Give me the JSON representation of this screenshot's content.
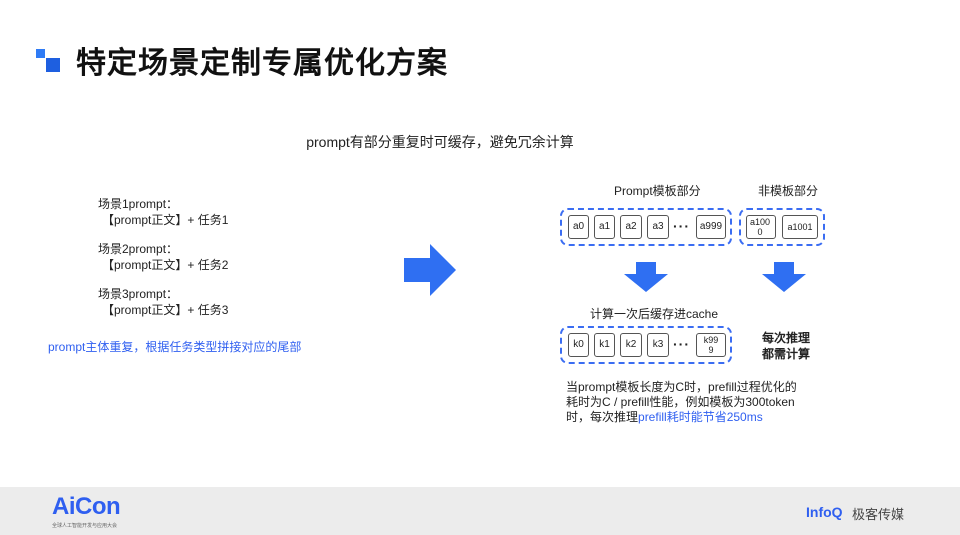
{
  "slide": {
    "title": "特定场景定制专属优化方案",
    "subtitle": "prompt有部分重复时可缓存，避免冗余计算"
  },
  "scenarios": [
    {
      "label": "场景1prompt：",
      "body": "【prompt正文】+ 任务1"
    },
    {
      "label": "场景2prompt：",
      "body": "【prompt正文】+ 任务2"
    },
    {
      "label": "场景3prompt：",
      "body": "【prompt正文】+ 任务3"
    }
  ],
  "left_note": "prompt主体重复，根据任务类型拼接对应的尾部",
  "diagram": {
    "template_label": "Prompt模板部分",
    "nontemplate_label": "非模板部分",
    "template_cells": [
      "a0",
      "a1",
      "a2",
      "a3",
      "a999"
    ],
    "nontemplate_cells": [
      "a100\n0",
      "a1001"
    ],
    "ellipsis": "···",
    "cache_label": "计算一次后缓存进cache",
    "cache_cells": [
      "k0",
      "k1",
      "k2",
      "k3",
      "k99\n9"
    ],
    "side_note_1": "每次推理",
    "side_note_2": "都需计算",
    "explain_1": "当prompt模板长度为C时，prefill过程优化的",
    "explain_2": "耗时为C / prefill性能，例如模板为300token",
    "explain_3a": "时，每次推理",
    "explain_3b": "prefill耗时能节省250ms"
  },
  "footer": {
    "aicon": "AiCon",
    "aicon_sub": "全球人工智能开发与应用大会",
    "infoq": "InfoQ",
    "infoq_cn": "极客传媒"
  },
  "colors": {
    "accent": "#2f5ff0",
    "arrow": "#2f6ff2",
    "footer_bg": "#ececec"
  }
}
